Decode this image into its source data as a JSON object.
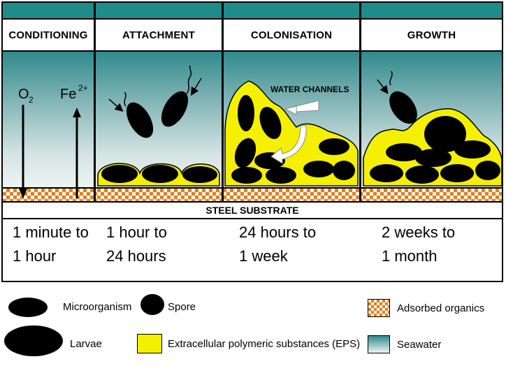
{
  "stages": [
    {
      "header": "CONDITIONING",
      "time_line1": "1 minute to",
      "time_line2": "1 hour"
    },
    {
      "header": "ATTACHMENT",
      "time_line1": "1 hour to",
      "time_line2": "24 hours"
    },
    {
      "header": "COLONISATION",
      "time_line1": "24 hours to",
      "time_line2": "1 week"
    },
    {
      "header": "GROWTH",
      "time_line1": "2 weeks to",
      "time_line2": "1 month"
    }
  ],
  "labels": {
    "o2": "O",
    "o2_sub": "2",
    "fe": "Fe",
    "fe_sup": "2+",
    "water_channels": "WATER CHANNELS",
    "steel_substrate": "STEEL SUBSTRATE"
  },
  "legend": {
    "microorganism": "Microorganism",
    "spore": "Spore",
    "larvae": "Larvae",
    "eps": "Extracellular polymeric substances (EPS)",
    "adsorbed": "Adsorbed organics",
    "seawater": "Seawater"
  },
  "colors": {
    "eps_yellow": "#f4f000",
    "organism_black": "#000000",
    "checker_orange": "#e2801e",
    "seawater_teal": "#2f8a8c"
  }
}
